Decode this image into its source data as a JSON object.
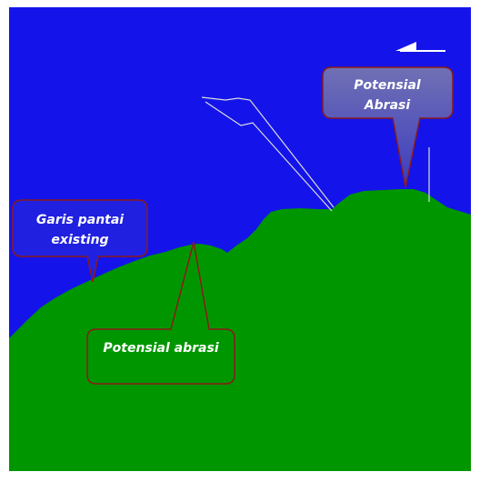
{
  "map": {
    "colors": {
      "sea": "#1414ea",
      "land": "#009600",
      "callout_border": "#8b1a1a",
      "callout_fill_top": "#6a6ab0",
      "callout_text": "#ffffff",
      "structure_lines": "#dcdcdc",
      "frame": "#ffffff"
    },
    "callouts": {
      "existing_shoreline": {
        "line1": "Garis pantai",
        "line2": "existing"
      },
      "abrasion_lower": {
        "text": "Potensial abrasi"
      },
      "abrasion_upper": {
        "line1": "Potensial",
        "line2": "Abrasi"
      }
    },
    "icons": {
      "direction_arrow": "arrow-left-icon"
    }
  }
}
